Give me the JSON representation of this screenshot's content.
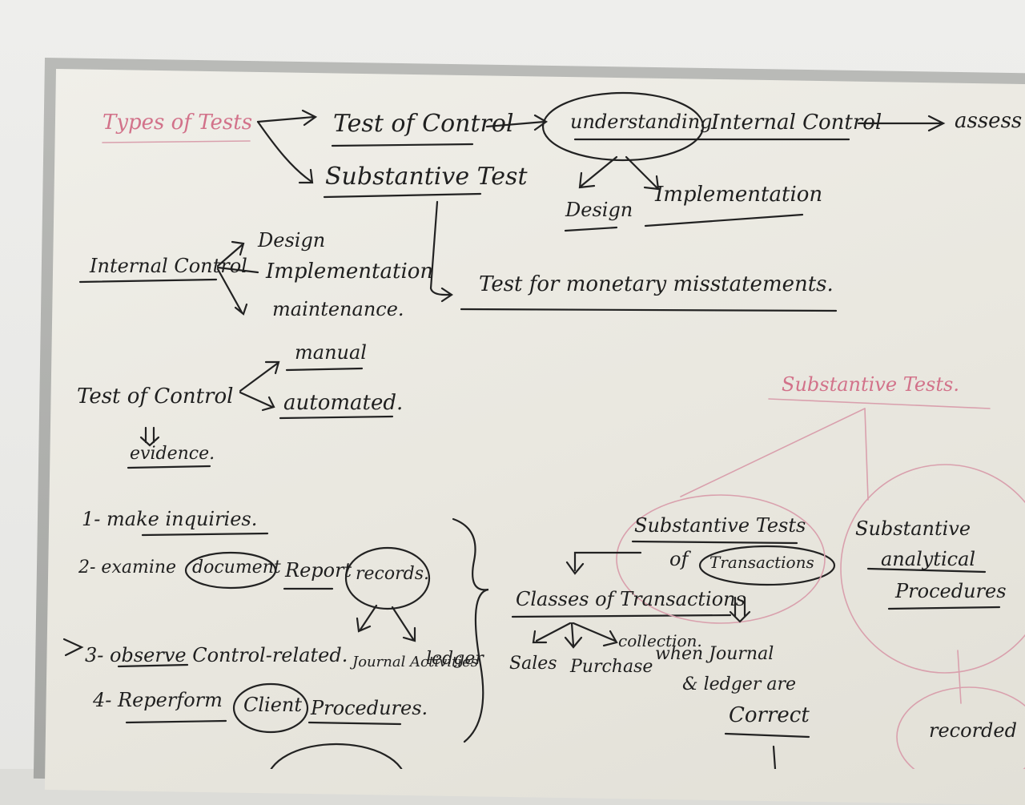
{
  "board": {
    "title": "Types of Tests",
    "test_of_control": "Test of Control",
    "substantive_test": "Substantive Test",
    "understanding": "understanding",
    "internal_control": "Internal Control",
    "assess": "assess (",
    "design": "Design",
    "implementation": "Implementation",
    "test_monetary": "Test for monetary misstatements.",
    "ic_label": "Internal Control",
    "ic_design": "Design",
    "ic_implementation": "Implementation",
    "ic_maintenance": "maintenance.",
    "toc_label": "Test of Control",
    "manual": "manual",
    "automated": "automated.",
    "evidence": "evidence.",
    "item1": "1- make inquiries.",
    "item2_prefix": "2- examine",
    "document": "document",
    "report": "Report",
    "records": "records.",
    "journal_activities": "Journal Activities",
    "ledger": "ledger",
    "item3": "3- observe Control-related.",
    "item4_prefix": "4- Reperform",
    "client": "Client",
    "procedures": "Procedures.",
    "substantive_tests_title": "Substantive Tests.",
    "stot_line1": "Substantive Tests",
    "stot_of": "of",
    "transactions": "Transactions",
    "sap_line1": "Substantive",
    "sap_line2": "analytical",
    "sap_line3": "Procedures",
    "classes": "Classes of Transactions",
    "sales": "Sales",
    "purchase": "Purchase",
    "collection": "collection.",
    "when": "when Journal",
    "ledger_correct": "& ledger are",
    "correct": "Correct",
    "recorded": "recorded"
  }
}
